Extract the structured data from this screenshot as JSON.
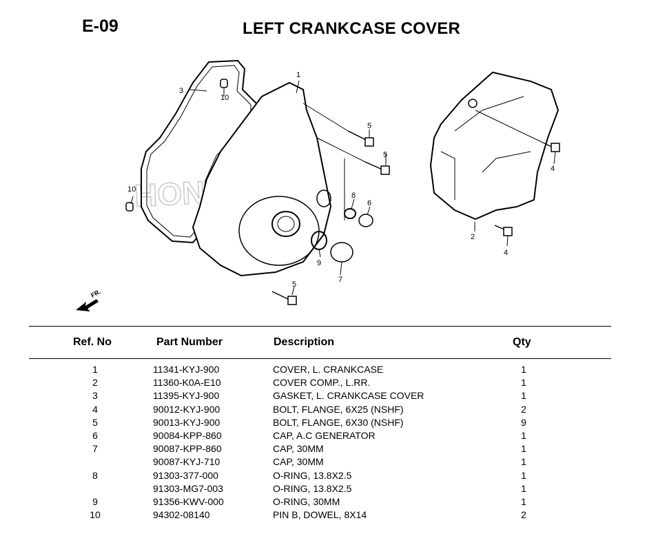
{
  "page": {
    "code": "E-09",
    "title": "LEFT CRANKCASE COVER"
  },
  "diagram": {
    "callouts": [
      "1",
      "2",
      "3",
      "4",
      "4",
      "5",
      "5",
      "5",
      "6",
      "7",
      "8",
      "9",
      "10",
      "10"
    ],
    "direction_label": "FR.",
    "watermark": "HONDA"
  },
  "table": {
    "headers": {
      "ref": "Ref. No",
      "part": "Part Number",
      "desc": "Description",
      "qty": "Qty"
    },
    "rows": [
      {
        "ref": "1",
        "part": "11341-KYJ-900",
        "desc": "COVER, L. CRANKCASE",
        "qty": "1"
      },
      {
        "ref": "2",
        "part": "11360-K0A-E10",
        "desc": "COVER COMP., L.RR.",
        "qty": "1"
      },
      {
        "ref": "3",
        "part": "11395-KYJ-900",
        "desc": "GASKET, L. CRANKCASE COVER",
        "qty": "1"
      },
      {
        "ref": "4",
        "part": "90012-KYJ-900",
        "desc": "BOLT, FLANGE, 6X25 (NSHF)",
        "qty": "2"
      },
      {
        "ref": "5",
        "part": "90013-KYJ-900",
        "desc": "BOLT, FLANGE, 6X30 (NSHF)",
        "qty": "9"
      },
      {
        "ref": "6",
        "part": "90084-KPP-860",
        "desc": "CAP, A.C GENERATOR",
        "qty": "1"
      },
      {
        "ref": "7",
        "part": "90087-KPP-860",
        "desc": "CAP, 30MM",
        "qty": "1"
      },
      {
        "ref": "",
        "part": "90087-KYJ-710",
        "desc": "CAP, 30MM",
        "qty": "1"
      },
      {
        "ref": "8",
        "part": "91303-377-000",
        "desc": "O-RING, 13.8X2.5",
        "qty": "1"
      },
      {
        "ref": "",
        "part": "91303-MG7-003",
        "desc": "O-RING, 13.8X2.5",
        "qty": "1"
      },
      {
        "ref": "9",
        "part": "91356-KWV-000",
        "desc": "O-RING, 30MM",
        "qty": "1"
      },
      {
        "ref": "10",
        "part": "94302-08140",
        "desc": "PIN B, DOWEL, 8X14",
        "qty": "2"
      }
    ]
  }
}
